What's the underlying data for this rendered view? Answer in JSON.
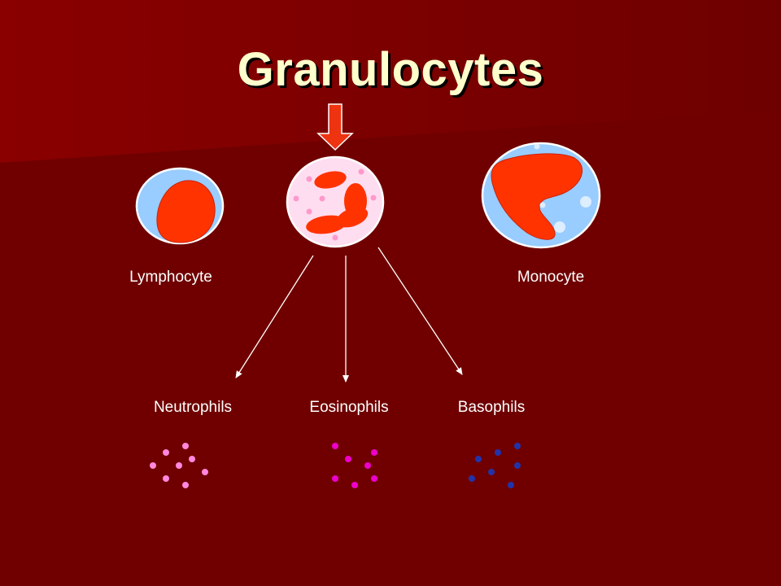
{
  "slide": {
    "title": "Granulocytes",
    "background_color": "#700000",
    "title_color": "#FFFFCC"
  },
  "cells": [
    {
      "id": "lymphocyte",
      "label": "Lymphocyte"
    },
    {
      "id": "granulocyte",
      "label": ""
    },
    {
      "id": "monocyte",
      "label": "Monocyte"
    }
  ],
  "granulocyte_types": [
    {
      "label": "Neutrophils",
      "granule_color": "#FF88DD"
    },
    {
      "label": "Eosinophils",
      "granule_color": "#EE00CC"
    },
    {
      "label": "Basophils",
      "granule_color": "#2233AA"
    }
  ],
  "colors": {
    "nucleus": "#FF3300",
    "lymphocyte_cytoplasm": "#99CCFF",
    "granulocyte_cytoplasm": "#FFDDF0",
    "pointer_arrow": "#EE3311",
    "branch_arrow": "#FFFFFF"
  }
}
